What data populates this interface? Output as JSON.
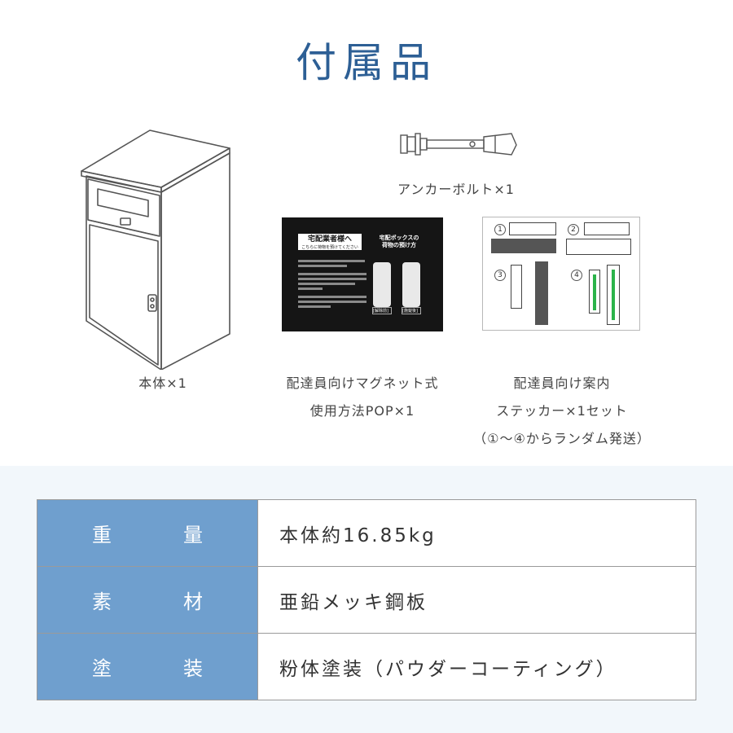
{
  "page": {
    "title": "付属品"
  },
  "items": {
    "main_body": {
      "caption": "本体×1"
    },
    "anchor_bolt": {
      "caption": "アンカーボルト×1"
    },
    "magnet_pop": {
      "caption_line1": "配達員向けマグネット式",
      "caption_line2": "使用方法POP×1",
      "card_header_left": "宅配業者様へ",
      "card_header_left_sub": "こちらに荷物を預けてください",
      "card_header_right_line1": "宅配ボックスの",
      "card_header_right_line2": "荷物の預け方",
      "card_button_left": "[解除前]",
      "card_button_right": "[施錠後]"
    },
    "sticker_set": {
      "caption_line1": "配達員向け案内",
      "caption_line2": "ステッカー×1セット",
      "caption_line3": "（①～④からランダム発送）",
      "numbers": [
        "1",
        "2",
        "3",
        "4"
      ]
    }
  },
  "specs": {
    "rows": [
      {
        "label_a": "重",
        "label_b": "量",
        "value": "本体約16.85kg"
      },
      {
        "label_a": "素",
        "label_b": "材",
        "value": "亜鉛メッキ鋼板"
      },
      {
        "label_a": "塗",
        "label_b": "装",
        "value": "粉体塗装（パウダーコーティング）"
      }
    ]
  },
  "colors": {
    "title": "#2d5f95",
    "label_bg": "#6f9fce",
    "bottom_bg": "#f2f7fb",
    "sticker_accent": "#2bb34a"
  }
}
